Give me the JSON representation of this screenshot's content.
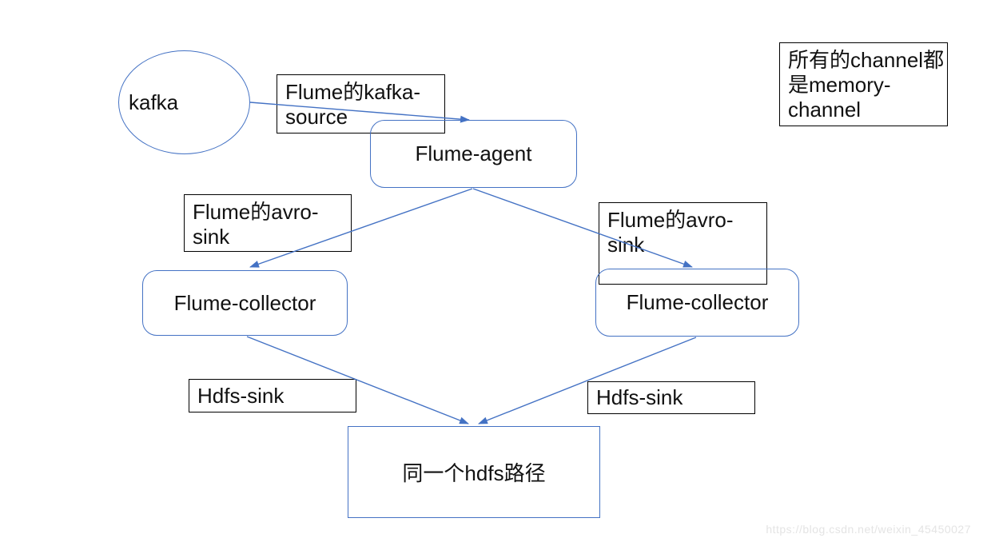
{
  "colors": {
    "shape_stroke": "#4472C4",
    "label_box_border": "#000000",
    "text": "#111111",
    "watermark": "#e4e4e4",
    "background": "#ffffff"
  },
  "nodes": {
    "kafka": {
      "label": "kafka",
      "shape": "ellipse"
    },
    "flume_agent": {
      "label": "Flume-agent",
      "shape": "rounded-rect"
    },
    "flume_collector_left": {
      "label": "Flume-collector",
      "shape": "rounded-rect"
    },
    "flume_collector_right": {
      "label": "Flume-collector",
      "shape": "rounded-rect"
    },
    "hdfs_path": {
      "label": "同一个hdfs路径",
      "shape": "rect"
    }
  },
  "edge_labels": {
    "kafka_source": {
      "lines": [
        "Flume的kafka-",
        "source"
      ]
    },
    "avro_sink_left": {
      "lines": [
        "Flume的avro-",
        "sink"
      ]
    },
    "avro_sink_right": {
      "lines": [
        "Flume的avro-",
        "sink"
      ]
    },
    "hdfs_sink_left": {
      "label": "Hdfs-sink"
    },
    "hdfs_sink_right": {
      "label": "Hdfs-sink"
    }
  },
  "edges": [
    {
      "from": "kafka",
      "to": "flume_agent",
      "label": "Flume的kafka-source"
    },
    {
      "from": "flume_agent",
      "to": "flume_collector_left",
      "label": "Flume的avro-sink"
    },
    {
      "from": "flume_agent",
      "to": "flume_collector_right",
      "label": "Flume的avro-sink"
    },
    {
      "from": "flume_collector_left",
      "to": "hdfs_path",
      "label": "Hdfs-sink"
    },
    {
      "from": "flume_collector_right",
      "to": "hdfs_path",
      "label": "Hdfs-sink"
    }
  ],
  "note": {
    "lines": [
      "所有的channel都",
      "是memory-",
      "channel"
    ]
  },
  "watermark": {
    "text": "https://blog.csdn.net/weixin_45450027"
  }
}
